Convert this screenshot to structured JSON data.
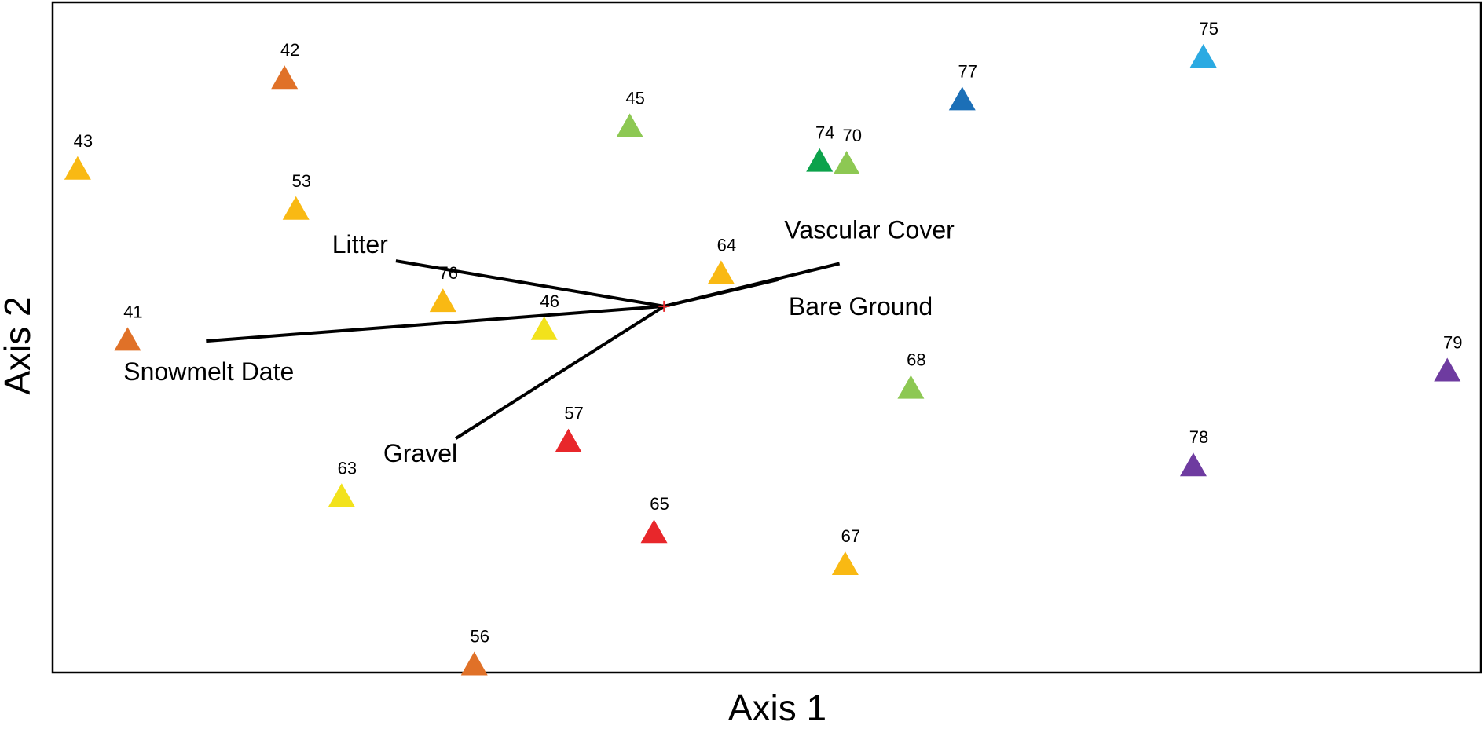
{
  "chart_data": {
    "type": "scatter",
    "xlabel": "Axis 1",
    "ylabel": "Axis 2",
    "xlim": [
      0,
      1000
    ],
    "ylim": [
      0,
      500
    ],
    "grid": false,
    "points": [
      {
        "label": "42",
        "x": 162,
        "y": 444,
        "color": "#E07128"
      },
      {
        "label": "43",
        "x": 17,
        "y": 376,
        "color": "#F9B913"
      },
      {
        "label": "53",
        "x": 170,
        "y": 346,
        "color": "#F9B913"
      },
      {
        "label": "45",
        "x": 404,
        "y": 408,
        "color": "#8DC853"
      },
      {
        "label": "74",
        "x": 537,
        "y": 382,
        "color": "#0CA24B"
      },
      {
        "label": "70",
        "x": 556,
        "y": 380,
        "color": "#8DC853"
      },
      {
        "label": "77",
        "x": 637,
        "y": 428,
        "color": "#1B6FB7"
      },
      {
        "label": "75",
        "x": 806,
        "y": 460,
        "color": "#2BAAE2"
      },
      {
        "label": "64",
        "x": 468,
        "y": 298,
        "color": "#F9B913"
      },
      {
        "label": "76",
        "x": 273,
        "y": 277,
        "color": "#F9B913"
      },
      {
        "label": "46",
        "x": 344,
        "y": 256,
        "color": "#F2E21C"
      },
      {
        "label": "41",
        "x": 52,
        "y": 248,
        "color": "#E07128"
      },
      {
        "label": "68",
        "x": 601,
        "y": 212,
        "color": "#8DC853"
      },
      {
        "label": "79",
        "x": 977,
        "y": 225,
        "color": "#6E3BA0"
      },
      {
        "label": "57",
        "x": 361,
        "y": 172,
        "color": "#E8272B"
      },
      {
        "label": "78",
        "x": 799,
        "y": 154,
        "color": "#6E3BA0"
      },
      {
        "label": "63",
        "x": 202,
        "y": 131,
        "color": "#F2E21C"
      },
      {
        "label": "65",
        "x": 421,
        "y": 104,
        "color": "#E8272B"
      },
      {
        "label": "67",
        "x": 555,
        "y": 80,
        "color": "#F9B913"
      },
      {
        "label": "56",
        "x": 295,
        "y": 5,
        "color": "#E07128"
      }
    ],
    "vectors": [
      {
        "label": "Litter",
        "x1": 428,
        "y1": 273,
        "x2": 240,
        "y2": 307
      },
      {
        "label": "Snowmelt Date",
        "x1": 428,
        "y1": 273,
        "x2": 107,
        "y2": 247
      },
      {
        "label": "Gravel",
        "x1": 428,
        "y1": 273,
        "x2": 282,
        "y2": 174
      },
      {
        "label": "Vascular Cover",
        "x1": 428,
        "y1": 273,
        "x2": 551,
        "y2": 305
      },
      {
        "label": "Bare Ground",
        "x1": 428,
        "y1": 273,
        "x2": 508,
        "y2": 293
      }
    ],
    "centroid": {
      "x": 428,
      "y": 273,
      "color": "#E8272B"
    }
  }
}
